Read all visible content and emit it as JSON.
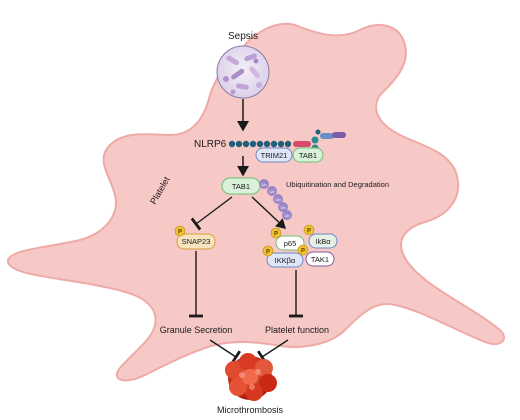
{
  "diagram": {
    "trigger": "Sepsis",
    "cell_label": "Platelet",
    "receptor": "NLRP6",
    "complex": [
      "TRIM21",
      "TAB1"
    ],
    "tab1": "TAB1",
    "ub_label": "Ubiquitination and Degradation",
    "ub_mark": "Ub",
    "snap23": "SNAP23",
    "p65": "p65",
    "ikkb": "IkBα",
    "ikkbeta": "IKKβα",
    "tak1": "TAK1",
    "phospho": "P",
    "granule": "Granule Secretion",
    "platelet_function": "Platelet function",
    "outcome": "Microthrombosis"
  },
  "colors": {
    "cell_fill": "#f7c9c6",
    "cell_stroke": "#eeaaa6",
    "tab1_fill": "#d9f0d9",
    "tab1_stroke": "#6fbf73",
    "trim21_fill": "#dfe6f6",
    "trim21_stroke": "#6f86c4",
    "ub_fill": "#9b86c9",
    "phospho_fill": "#f2c232",
    "snap23_fill": "#f7e3bf",
    "snap23_stroke": "#d99b3c",
    "chain": "#1f5f7a",
    "thrombus": "#d8361e"
  }
}
